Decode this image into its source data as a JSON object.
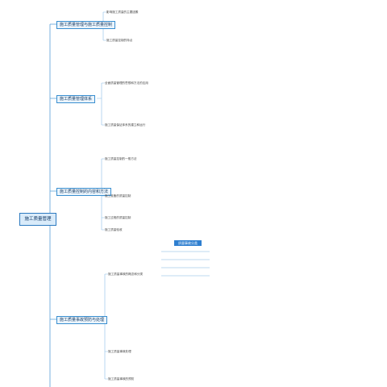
{
  "root": {
    "label": "施工质量管理"
  },
  "branches": [
    {
      "label": "施工质量管理与施工质量控制"
    },
    {
      "label": "施工质量管理体系"
    },
    {
      "label": "施工质量控制的内容和方法"
    },
    {
      "label": "施工质量事故预防与处理"
    }
  ],
  "sub": {
    "b1_top": "影响施工质量的主要因素",
    "b1_bottom": "施工质量控制的特点",
    "b2_top": "全面质量管理的思想和方法的应用",
    "b2_bottom": "施工质量保证体系的建立和运行",
    "b3_top": "施工质量控制的一般方法",
    "b3_mid": "施工准备的质量控制",
    "b3_mid2": "施工过程的质量控制",
    "b3_bottom": "施工质量验收",
    "b4_top": "施工质量事故的概念和分类",
    "b4_mid": "施工质量事故处理",
    "b4_bottom": "施工质量事故的预防"
  },
  "table": {
    "title": "质量事故分类"
  }
}
